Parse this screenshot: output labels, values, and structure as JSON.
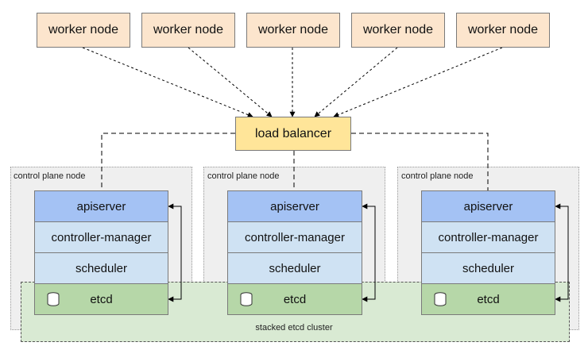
{
  "workers": [
    "worker node",
    "worker node",
    "worker node",
    "worker node",
    "worker node"
  ],
  "load_balancer": "load balancer",
  "control_planes": [
    {
      "label": "control plane node",
      "components": {
        "apiserver": "apiserver",
        "controller_manager": "controller-manager",
        "scheduler": "scheduler",
        "etcd": "etcd"
      }
    },
    {
      "label": "control plane node",
      "components": {
        "apiserver": "apiserver",
        "controller_manager": "controller-manager",
        "scheduler": "scheduler",
        "etcd": "etcd"
      }
    },
    {
      "label": "control plane node",
      "components": {
        "apiserver": "apiserver",
        "controller_manager": "controller-manager",
        "scheduler": "scheduler",
        "etcd": "etcd"
      }
    }
  ],
  "etcd_cluster_label": "stacked etcd cluster",
  "icons": {
    "etcd": "database-icon"
  },
  "colors": {
    "worker": "#fce5cd",
    "load_balancer": "#ffe599",
    "apiserver": "#a4c2f4",
    "controller": "#cfe2f3",
    "etcd": "#b6d7a8",
    "cluster": "#d9ead3",
    "control_plane_bg": "#efefef"
  }
}
